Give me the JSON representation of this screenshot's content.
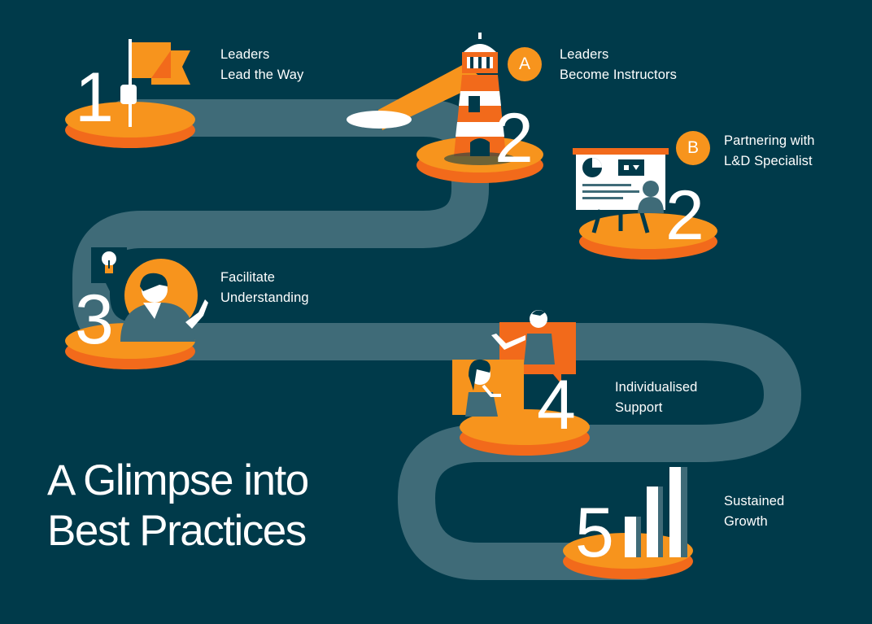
{
  "title": {
    "line1": "A Glimpse into",
    "line2": "Best Practices"
  },
  "steps": [
    {
      "number": "1",
      "lines": [
        "Leaders",
        "Lead the Way"
      ],
      "icon": "flag-icon"
    },
    {
      "number": "2",
      "badge": "A",
      "lines": [
        "Leaders",
        "Become Instructors"
      ],
      "icon": "lighthouse-icon"
    },
    {
      "number": "2",
      "badge": "B",
      "lines": [
        "Partnering with",
        "L&D Specialist"
      ],
      "icon": "presentation-board-icon"
    },
    {
      "number": "3",
      "lines": [
        "Facilitate",
        "Understanding"
      ],
      "icon": "lightbulb-icon"
    },
    {
      "number": "4",
      "lines": [
        "Individualised",
        "Support"
      ],
      "icon": "speech-bubble-icon"
    },
    {
      "number": "5",
      "lines": [
        "Sustained",
        "Growth"
      ],
      "icon": "bar-chart-icon"
    }
  ],
  "colors": {
    "background": "#003a4a",
    "road": "#3f6b78",
    "accent_orange": "#f7941d",
    "deep_orange": "#f26a1b",
    "text": "#ffffff"
  }
}
